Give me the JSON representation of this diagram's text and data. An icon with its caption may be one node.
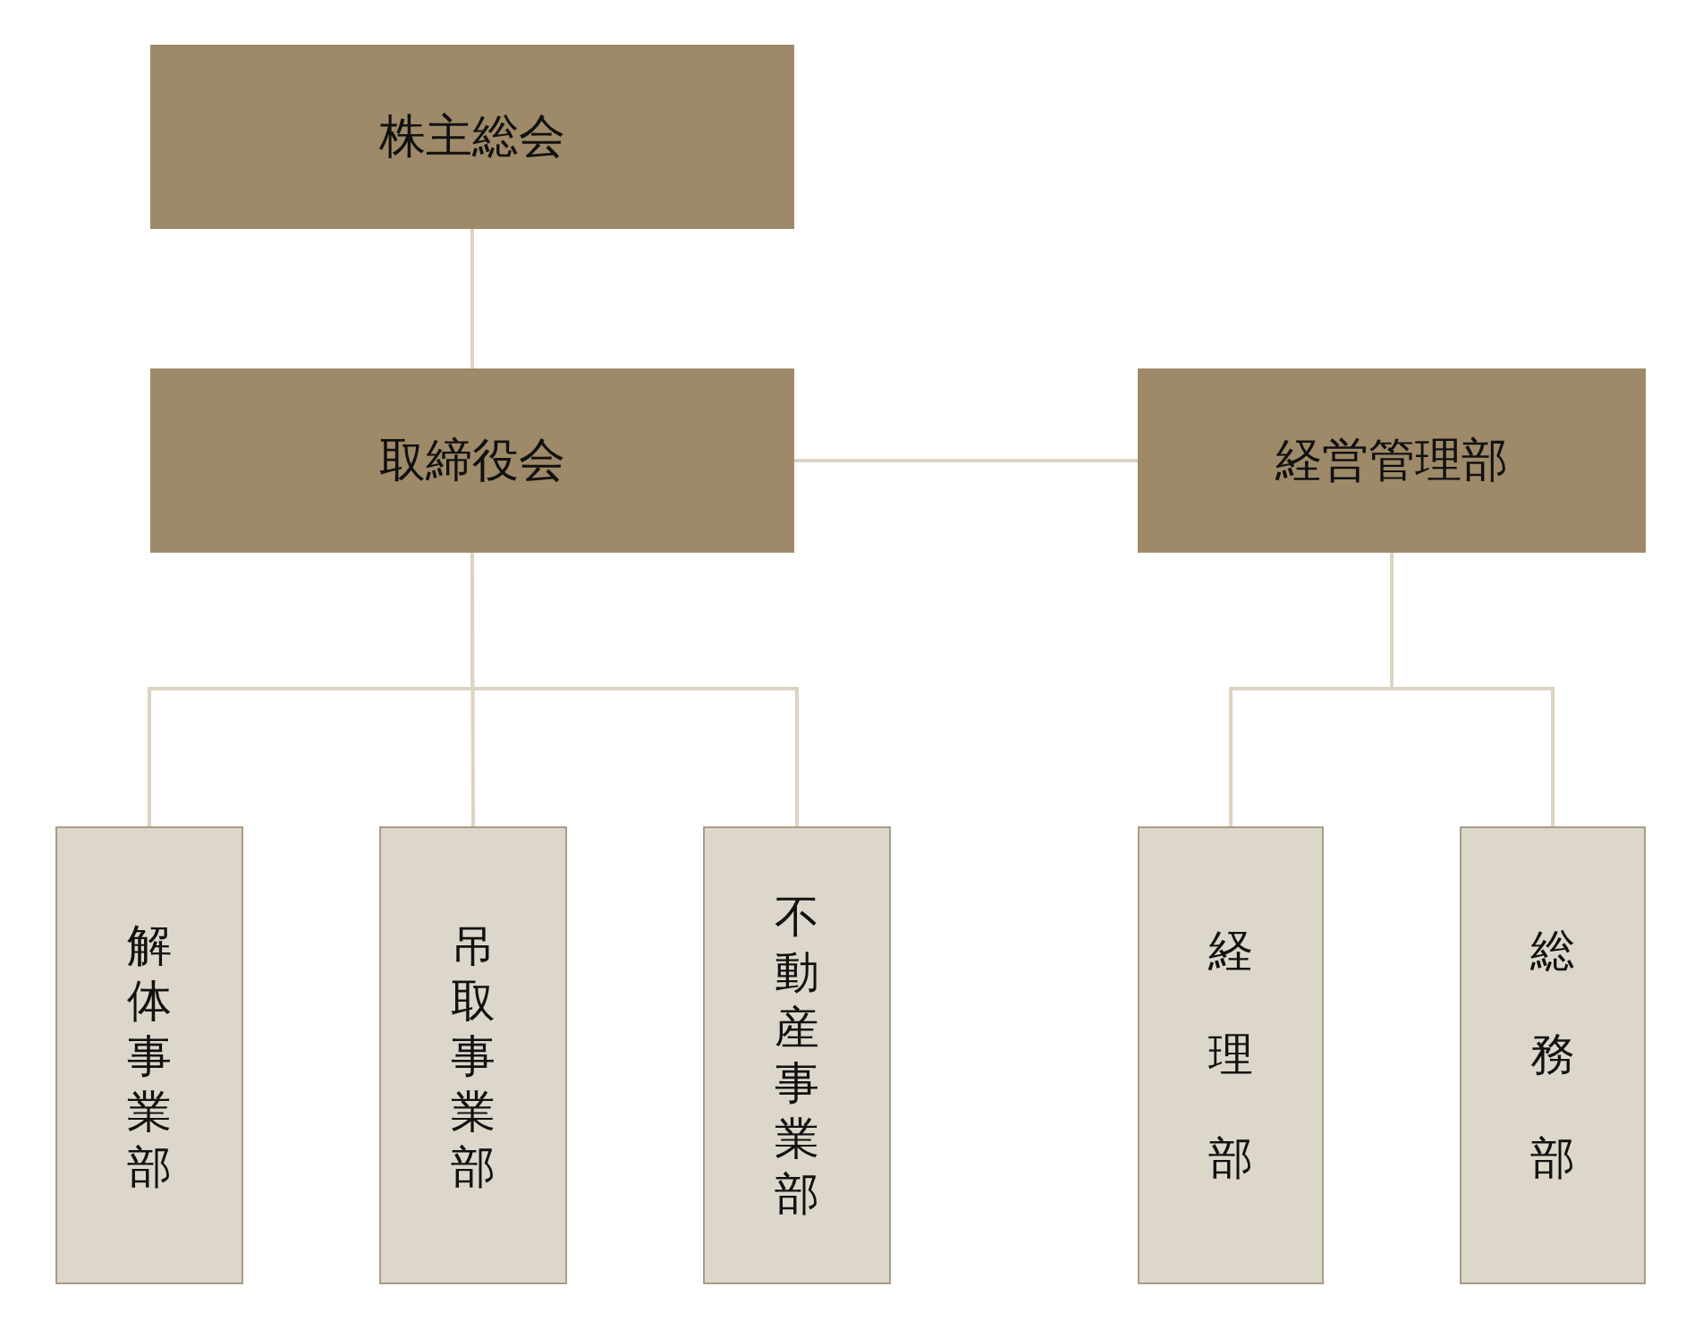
{
  "diagram": {
    "nodes": [
      {
        "text": [
          "株主総会"
        ]
      },
      {
        "text": [
          "取締役会"
        ]
      },
      {
        "text": [
          "経営管理部"
        ]
      },
      {
        "text": [
          "解体事業部"
        ]
      },
      {
        "text": [
          "吊取事業部"
        ]
      },
      {
        "text": [
          "不動産事業部"
        ]
      },
      {
        "text": [
          "経理部"
        ]
      },
      {
        "text": [
          "総務部"
        ]
      }
    ],
    "edges": [
      {
        "from": 0,
        "to": 1,
        "arrow": "none"
      },
      {
        "from": 1,
        "to": 2,
        "arrow": "none"
      },
      {
        "from": 1,
        "to": 3,
        "arrow": "none"
      },
      {
        "from": 1,
        "to": 4,
        "arrow": "none"
      },
      {
        "from": 1,
        "to": 5,
        "arrow": "none"
      },
      {
        "from": 2,
        "to": 6,
        "arrow": "none"
      },
      {
        "from": 2,
        "to": 7,
        "arrow": "none"
      }
    ]
  }
}
